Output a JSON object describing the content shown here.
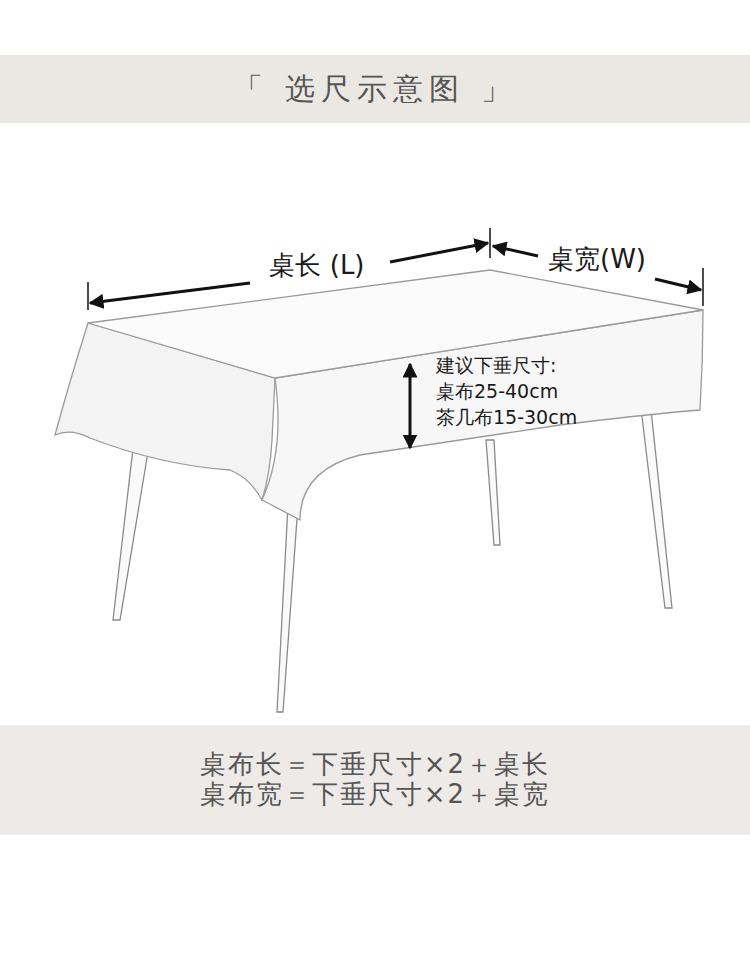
{
  "diagram": {
    "title": "「 选尺示意图 」",
    "nodes": [
      {
        "text": [
          "桌布长＝下垂尺寸×2＋桌长",
          "桌布宽＝下垂尺寸×2＋桌宽"
        ]
      }
    ],
    "labels": [
      "桌长 (L)",
      "桌宽(W)",
      "建议下垂尺寸:",
      "桌布25-40cm",
      "茶几布15-30cm"
    ]
  }
}
